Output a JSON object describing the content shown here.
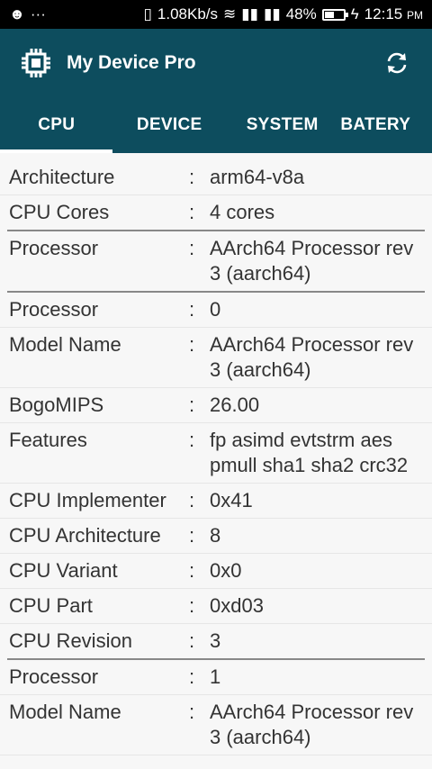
{
  "status_bar": {
    "speed": "1.08Kb/s",
    "battery": "48%",
    "time": "12:15",
    "ampm": "PM",
    "battery_level_fraction": 0.48
  },
  "app": {
    "title": "My Device Pro"
  },
  "tabs": [
    {
      "label": "CPU",
      "active": true
    },
    {
      "label": "DEVICE",
      "active": false
    },
    {
      "label": "SYSTEM",
      "active": false
    },
    {
      "label": "BATERY",
      "active": false
    }
  ],
  "rows": [
    {
      "label": "Architecture",
      "value": "arm64-v8a"
    },
    {
      "label": "CPU Cores",
      "value": "4 cores"
    },
    {
      "label": "Processor",
      "value": "AArch64 Processor rev 3 (aarch64)"
    },
    {
      "label": "Processor",
      "value": "0"
    },
    {
      "label": "Model Name",
      "value": "AArch64 Processor rev 3 (aarch64)"
    },
    {
      "label": "BogoMIPS",
      "value": "26.00"
    },
    {
      "label": "Features",
      "value": "fp asimd evtstrm aes pmull sha1 sha2 crc32"
    },
    {
      "label": "CPU Implementer",
      "value": "0x41"
    },
    {
      "label": "CPU Architecture",
      "value": "8"
    },
    {
      "label": "CPU Variant",
      "value": "0x0"
    },
    {
      "label": "CPU Part",
      "value": "0xd03"
    },
    {
      "label": "CPU Revision",
      "value": "3"
    },
    {
      "label": "Processor",
      "value": "1"
    },
    {
      "label": "Model Name",
      "value": "AArch64 Processor rev 3 (aarch64)"
    }
  ],
  "separator": ":"
}
